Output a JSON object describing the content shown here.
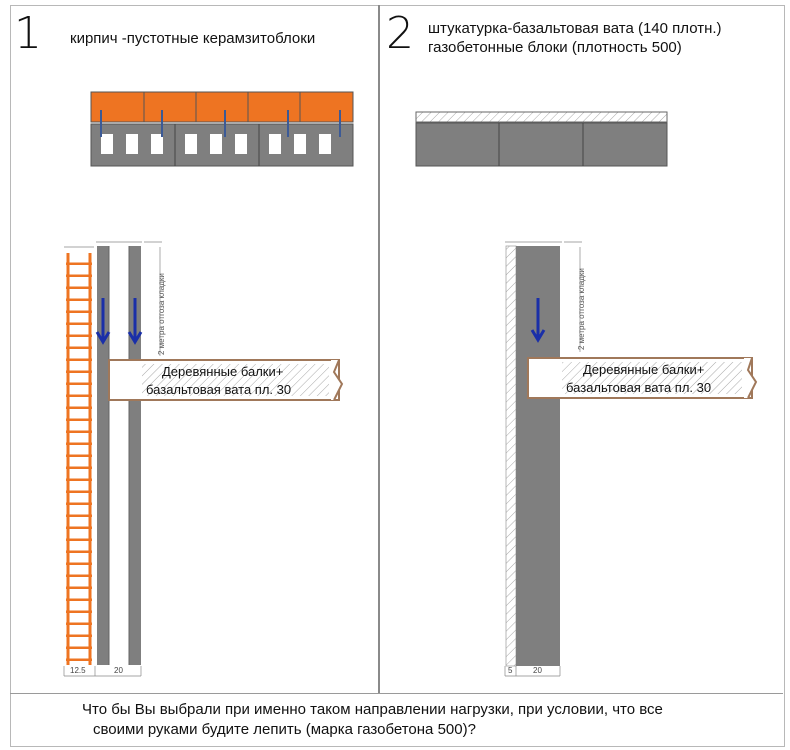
{
  "panel1": {
    "number": "1",
    "caption": "кирпич -пустотные керамзитоблоки",
    "beam_line1": "Деревянные балки+",
    "beam_line2": "базальтовая вата пл. 30",
    "vertical_note": "2 метра отгоза кладки",
    "dim_brick": "12.5",
    "dim_block": "20"
  },
  "panel2": {
    "number": "2",
    "caption_line1": "штукатурка-базальтовая вата (140 плотн.)",
    "caption_line2": "газобетонные блоки (плотность 500)",
    "beam_line1": "Деревянные балки+",
    "beam_line2": "базальтовая вата пл. 30",
    "vertical_note": "2 метра отгоза кладки",
    "dim_plaster": "5",
    "dim_block": "20"
  },
  "question": {
    "line1": "Что бы Вы выбрали при именно таком направлении нагрузки, при условии, что все",
    "line2": "своими руками будите лепить (марка газобетона 500)?"
  },
  "colors": {
    "brick": "#ee7422",
    "block": "#7f7f7f",
    "arrow": "#1a2fa8",
    "beam_border": "#a0785a",
    "tie": "#3c5a96"
  }
}
